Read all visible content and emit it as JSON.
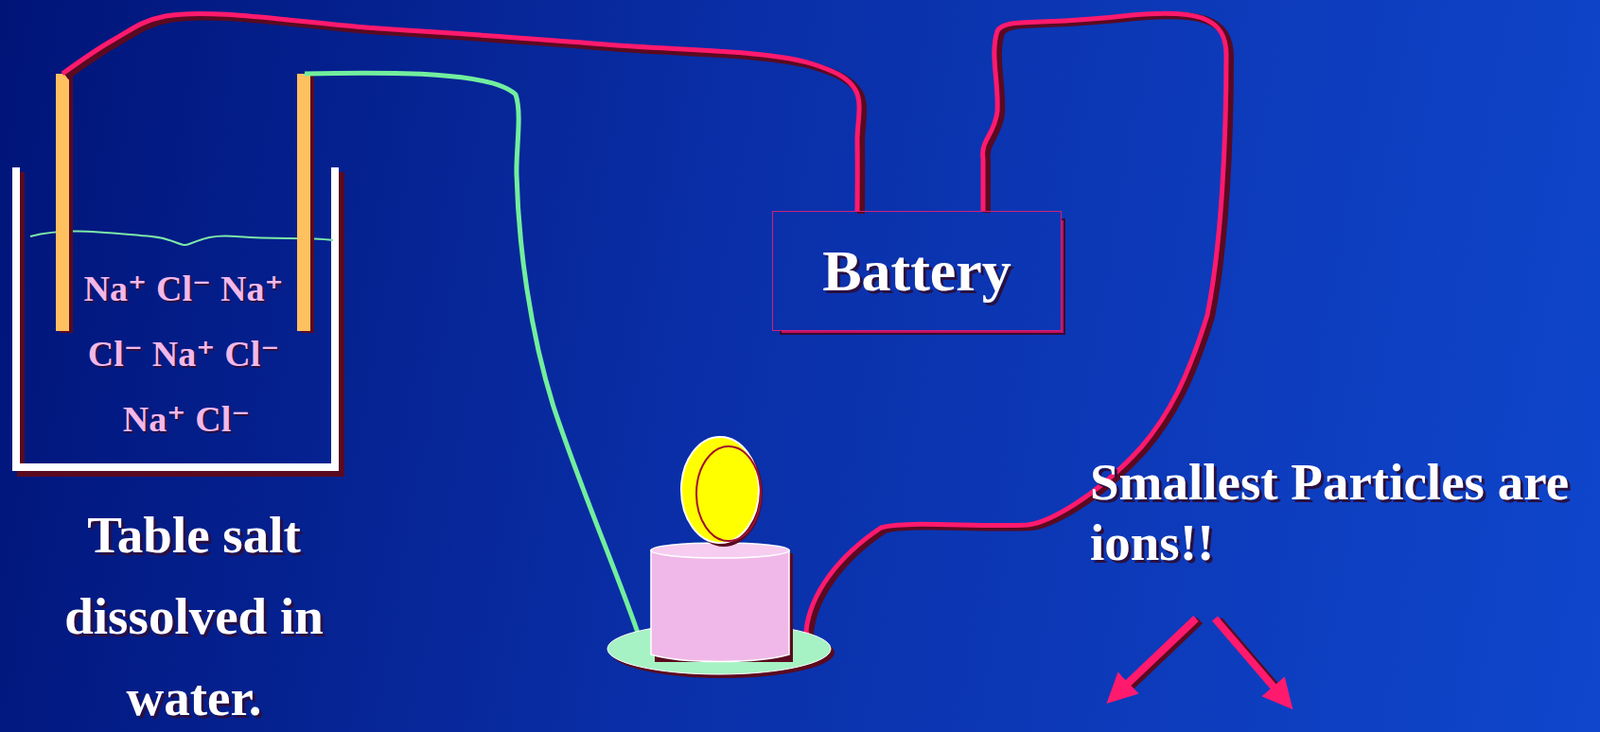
{
  "diagram": {
    "nodes": [
      {
        "text": [
          "Table salt dissolved in water."
        ]
      },
      {
        "text": [
          "Battery"
        ]
      }
    ],
    "edges": [
      {
        "from": 0,
        "to": 1,
        "arrow": "none"
      }
    ],
    "labels": [
      "Na⁺",
      "Cl⁻",
      "Na⁺",
      "Cl⁻",
      "Na⁺",
      "Cl⁻",
      "Na⁺",
      "Cl⁻",
      "Smallest Particles are ions!!"
    ]
  }
}
